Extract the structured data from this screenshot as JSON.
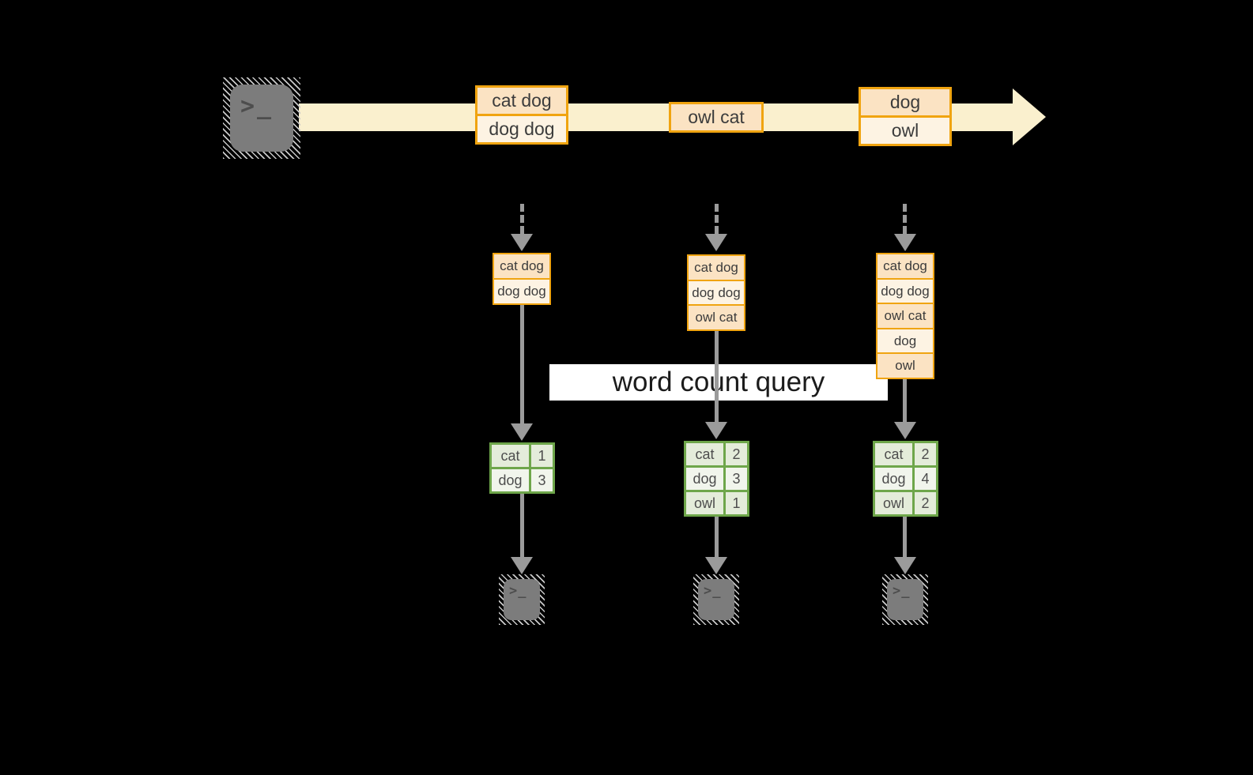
{
  "banner": {
    "label": "word count query"
  },
  "icons": {
    "terminal_prompt": ">_"
  },
  "colors": {
    "background": "#000000",
    "stream_band": "#FAF0CE",
    "record_border": "#F0A410",
    "record_fill_peach": "#FBE3C3",
    "record_fill_cream": "#FDF3E3",
    "table_border": "#6EA64A",
    "cell_fill_dark": "#E4ECDA",
    "cell_fill_light": "#F1F5EC",
    "arrow_gray": "#9B9B9B",
    "terminal_gray": "#7C7C7C",
    "banner_bg": "#FFFFFF",
    "banner_text": "#1B1B1B"
  },
  "stream": {
    "groups": [
      {
        "rows": [
          "cat dog",
          "dog dog"
        ]
      },
      {
        "rows": [
          "owl cat"
        ]
      },
      {
        "rows": [
          "dog",
          "owl"
        ]
      }
    ]
  },
  "columns": [
    {
      "stack": [
        "cat dog",
        "dog dog"
      ],
      "counts": [
        {
          "word": "cat",
          "count": "1"
        },
        {
          "word": "dog",
          "count": "3"
        }
      ]
    },
    {
      "stack": [
        "cat dog",
        "dog dog",
        "owl cat"
      ],
      "counts": [
        {
          "word": "cat",
          "count": "2"
        },
        {
          "word": "dog",
          "count": "3"
        },
        {
          "word": "owl",
          "count": "1"
        }
      ]
    },
    {
      "stack": [
        "cat dog",
        "dog dog",
        "owl cat",
        "dog",
        "owl"
      ],
      "counts": [
        {
          "word": "cat",
          "count": "2"
        },
        {
          "word": "dog",
          "count": "4"
        },
        {
          "word": "owl",
          "count": "2"
        }
      ]
    }
  ]
}
